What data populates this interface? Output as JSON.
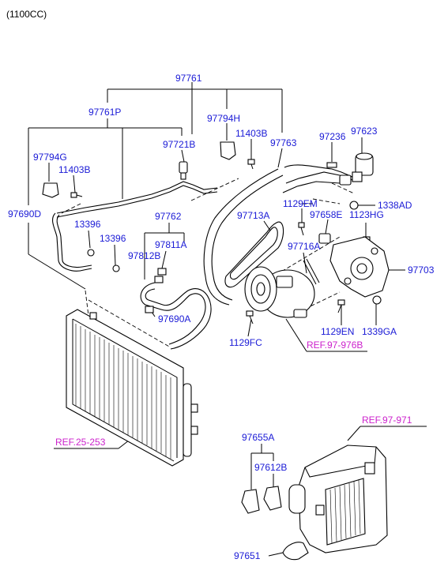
{
  "header": {
    "engine_variant": "(1100CC)"
  },
  "part_numbers": {
    "p97761": "97761",
    "p97761P": "97761P",
    "p97794H": "97794H",
    "p11403B_a": "11403B",
    "p97763": "97763",
    "p97236": "97236",
    "p97623": "97623",
    "p97721B": "97721B",
    "p97794G": "97794G",
    "p11403B_b": "11403B",
    "p97690D": "97690D",
    "p1129EM": "1129EM",
    "p97658E": "97658E",
    "p1338AD": "1338AD",
    "p1123HG": "1123HG",
    "p97762": "97762",
    "p97713A": "97713A",
    "p13396_a": "13396",
    "p13396_b": "13396",
    "p97811A": "97811A",
    "p97812B": "97812B",
    "p97716A": "97716A",
    "p97703": "97703",
    "p97690A": "97690A",
    "p1129EN": "1129EN",
    "p1339GA": "1339GA",
    "p1129FC": "1129FC",
    "p97655A": "97655A",
    "p97612B": "97612B",
    "p97651": "97651"
  },
  "references": {
    "ref_compressor": "REF.97-976B",
    "ref_condenser": "REF.25-253",
    "ref_heater": "REF.97-971"
  }
}
